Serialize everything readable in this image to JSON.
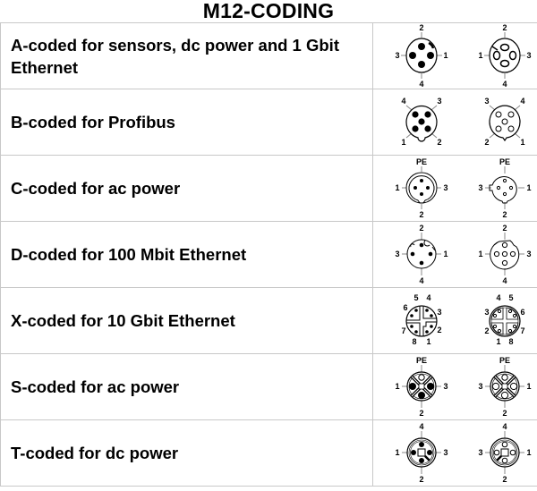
{
  "title": "M12-CODING",
  "rows": [
    {
      "label": "A-coded for sensors, dc power and 1 Gbit Ethernet",
      "male_pins": {
        "top": "2",
        "left": "3",
        "right": "1",
        "bottom": "4"
      },
      "female_pins": {
        "top": "2",
        "left": "1",
        "right": "3",
        "bottom": "4"
      }
    },
    {
      "label": "B-coded for Profibus",
      "male_pins": {
        "tl": "4",
        "tr": "3",
        "bl": "1",
        "br": "2"
      },
      "female_pins": {
        "tl": "3",
        "tr": "4",
        "bl": "2",
        "br": "1"
      }
    },
    {
      "label": "C-coded for ac power",
      "male_pins": {
        "top": "PE",
        "left": "1",
        "right": "3",
        "bottom": "2"
      },
      "female_pins": {
        "top": "PE",
        "left": "3",
        "right": "1",
        "bottom": "2"
      }
    },
    {
      "label": "D-coded for 100 Mbit Ethernet",
      "male_pins": {
        "top": "2",
        "left": "3",
        "right": "1",
        "bottom": "4"
      },
      "female_pins": {
        "top": "2",
        "left": "1",
        "right": "3",
        "bottom": "4"
      }
    },
    {
      "label": "X-coded for 10 Gbit Ethernet",
      "male_pins": {
        "p5": "5",
        "p4": "4",
        "p6": "6",
        "p3": "3",
        "p7": "7",
        "p2": "2",
        "p8": "8",
        "p1": "1"
      },
      "female_pins": {
        "p4": "4",
        "p5": "5",
        "p3": "3",
        "p6": "6",
        "p2": "2",
        "p7": "7",
        "p1": "1",
        "p8": "8"
      }
    },
    {
      "label": "S-coded for ac power",
      "male_pins": {
        "top": "PE",
        "left": "1",
        "right": "3",
        "bottom": "2"
      },
      "female_pins": {
        "top": "PE",
        "left": "3",
        "right": "1",
        "bottom": "2"
      }
    },
    {
      "label": "T-coded for dc power",
      "male_pins": {
        "top": "4",
        "left": "1",
        "right": "3",
        "bottom": "2"
      },
      "female_pins": {
        "top": "4",
        "left": "3",
        "right": "1",
        "bottom": "2"
      }
    }
  ]
}
